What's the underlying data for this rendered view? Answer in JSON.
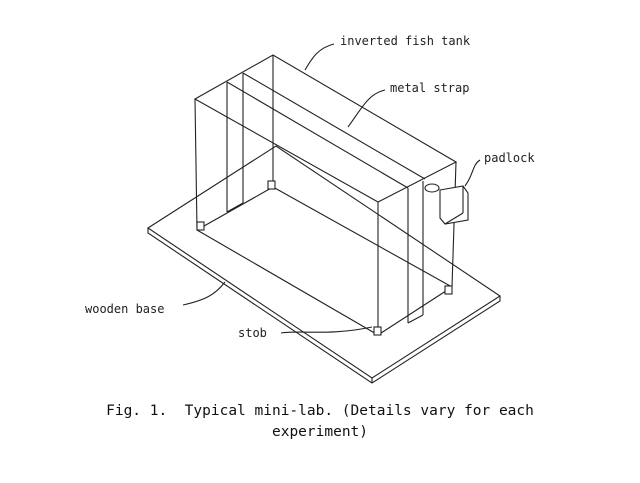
{
  "figure": {
    "labels": {
      "tank": "inverted fish tank",
      "strap": "metal strap",
      "padlock": "padlock",
      "base": "wooden base",
      "stob": "stob"
    },
    "caption_line1": "Fig. 1.  Typical mini-lab. (Details vary for each",
    "caption_line2": "experiment)"
  }
}
